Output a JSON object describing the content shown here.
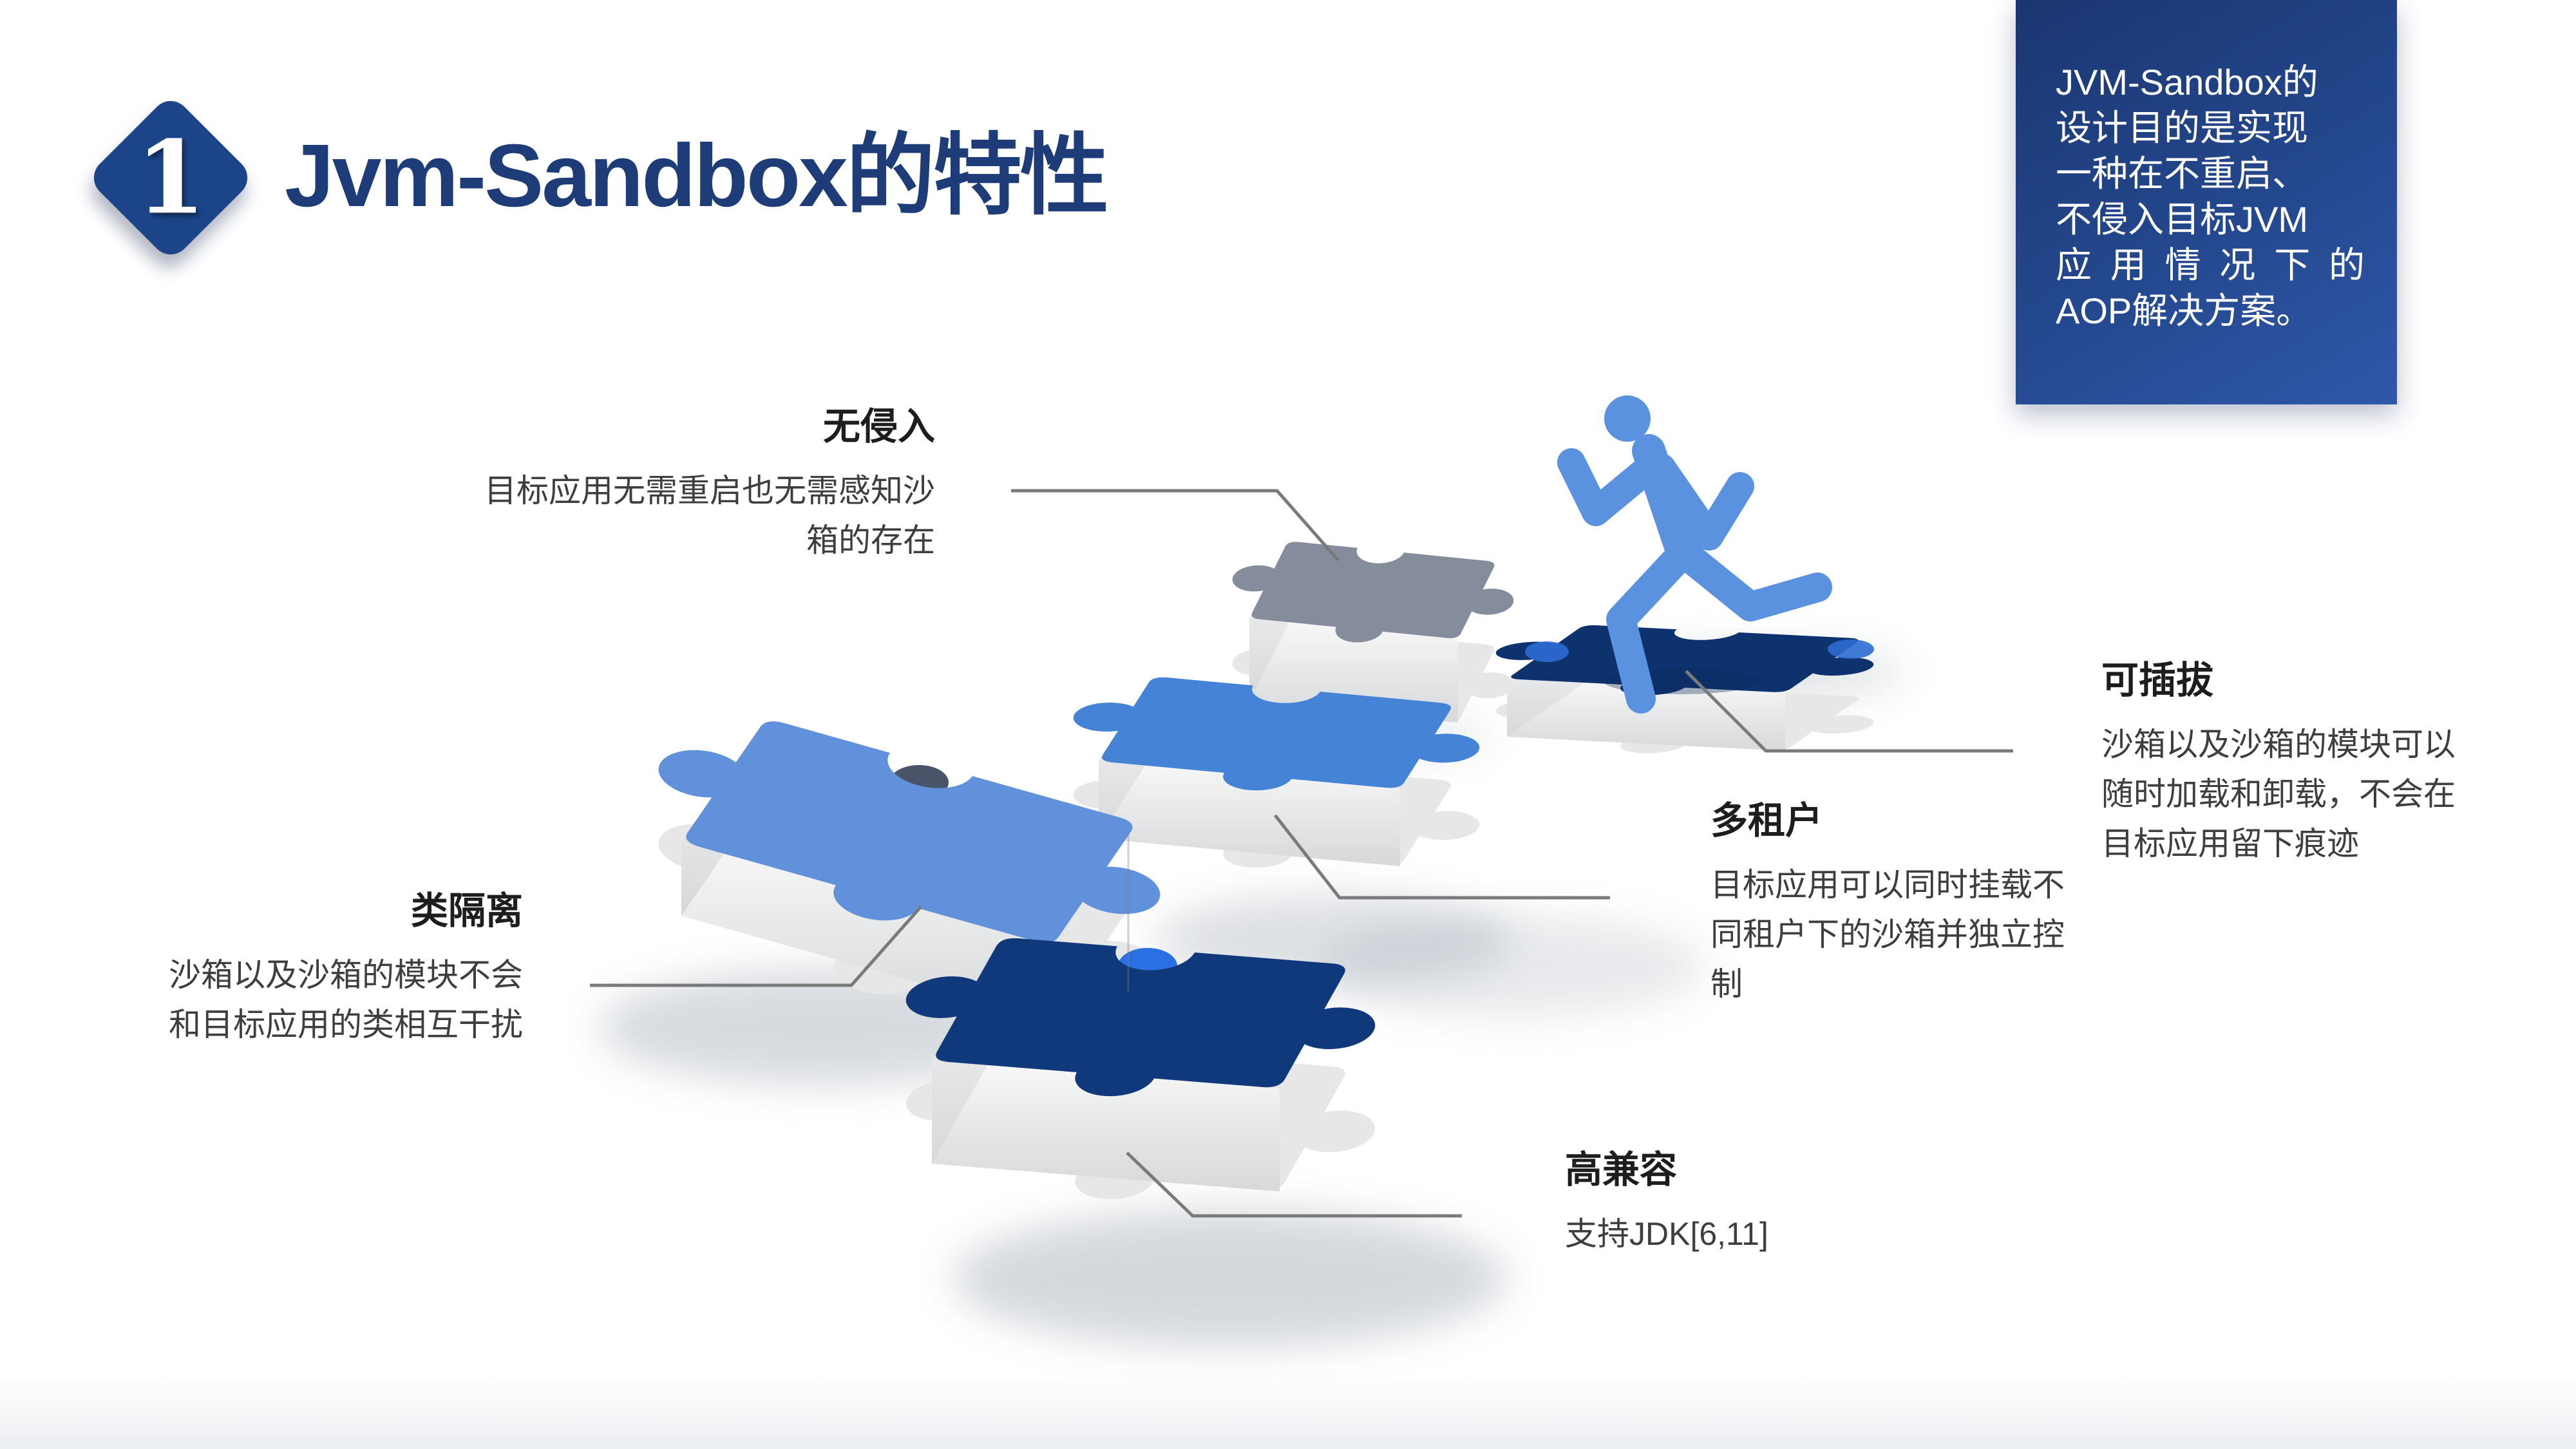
{
  "page": {
    "badge_number": "1",
    "title": "Jvm-Sandbox的特性"
  },
  "infobox": {
    "lines": [
      "JVM-Sandbox的",
      "设计目的是实现",
      "一种在不重启、",
      "不侵入目标JVM",
      "应用情况下的",
      "AOP解决方案。"
    ]
  },
  "features": [
    {
      "title": "无侵入",
      "desc": [
        "目标应用无需重启也无需感知沙",
        "箱的存在"
      ]
    },
    {
      "title": "可插拔",
      "desc": [
        "沙箱以及沙箱的模块可以",
        "随时加载和卸载，不会在",
        "目标应用留下痕迹"
      ]
    },
    {
      "title": "多租户",
      "desc": [
        "目标应用可以同时挂载不",
        "同租户下的沙箱并独立控",
        "制"
      ]
    },
    {
      "title": "类隔离",
      "desc": [
        "沙箱以及沙箱的模块不会",
        "和目标应用的类相互干扰"
      ]
    },
    {
      "title": "高兼容",
      "desc": [
        "支持JDK[6,11]"
      ]
    }
  ],
  "icons": {
    "runner": "running-person-icon",
    "puzzle_light_blue": "puzzle-piece-light-blue",
    "puzzle_mid_blue": "puzzle-piece-mid-blue",
    "puzzle_gray": "puzzle-piece-gray",
    "puzzle_navy_runner": "puzzle-piece-navy-platform",
    "puzzle_navy_bottom": "puzzle-piece-navy-bottom"
  },
  "colors": {
    "title_navy": "#1e3c78",
    "badge_blue": "#1c4589",
    "infobox_dark": "#1a3670",
    "infobox_light": "#2f58ab",
    "puzzle_light_blue": "#6191da",
    "puzzle_mid_blue": "#4583d6",
    "puzzle_gray": "#858c9c",
    "puzzle_navy": "#10397b",
    "puzzle_accent_blue": "#2a70e2",
    "runner_blue": "#5a92e0",
    "connector_gray": "#7a7a7a",
    "feature_title_color": "#1d1d1d",
    "feature_desc_color": "#3e3e3e"
  }
}
